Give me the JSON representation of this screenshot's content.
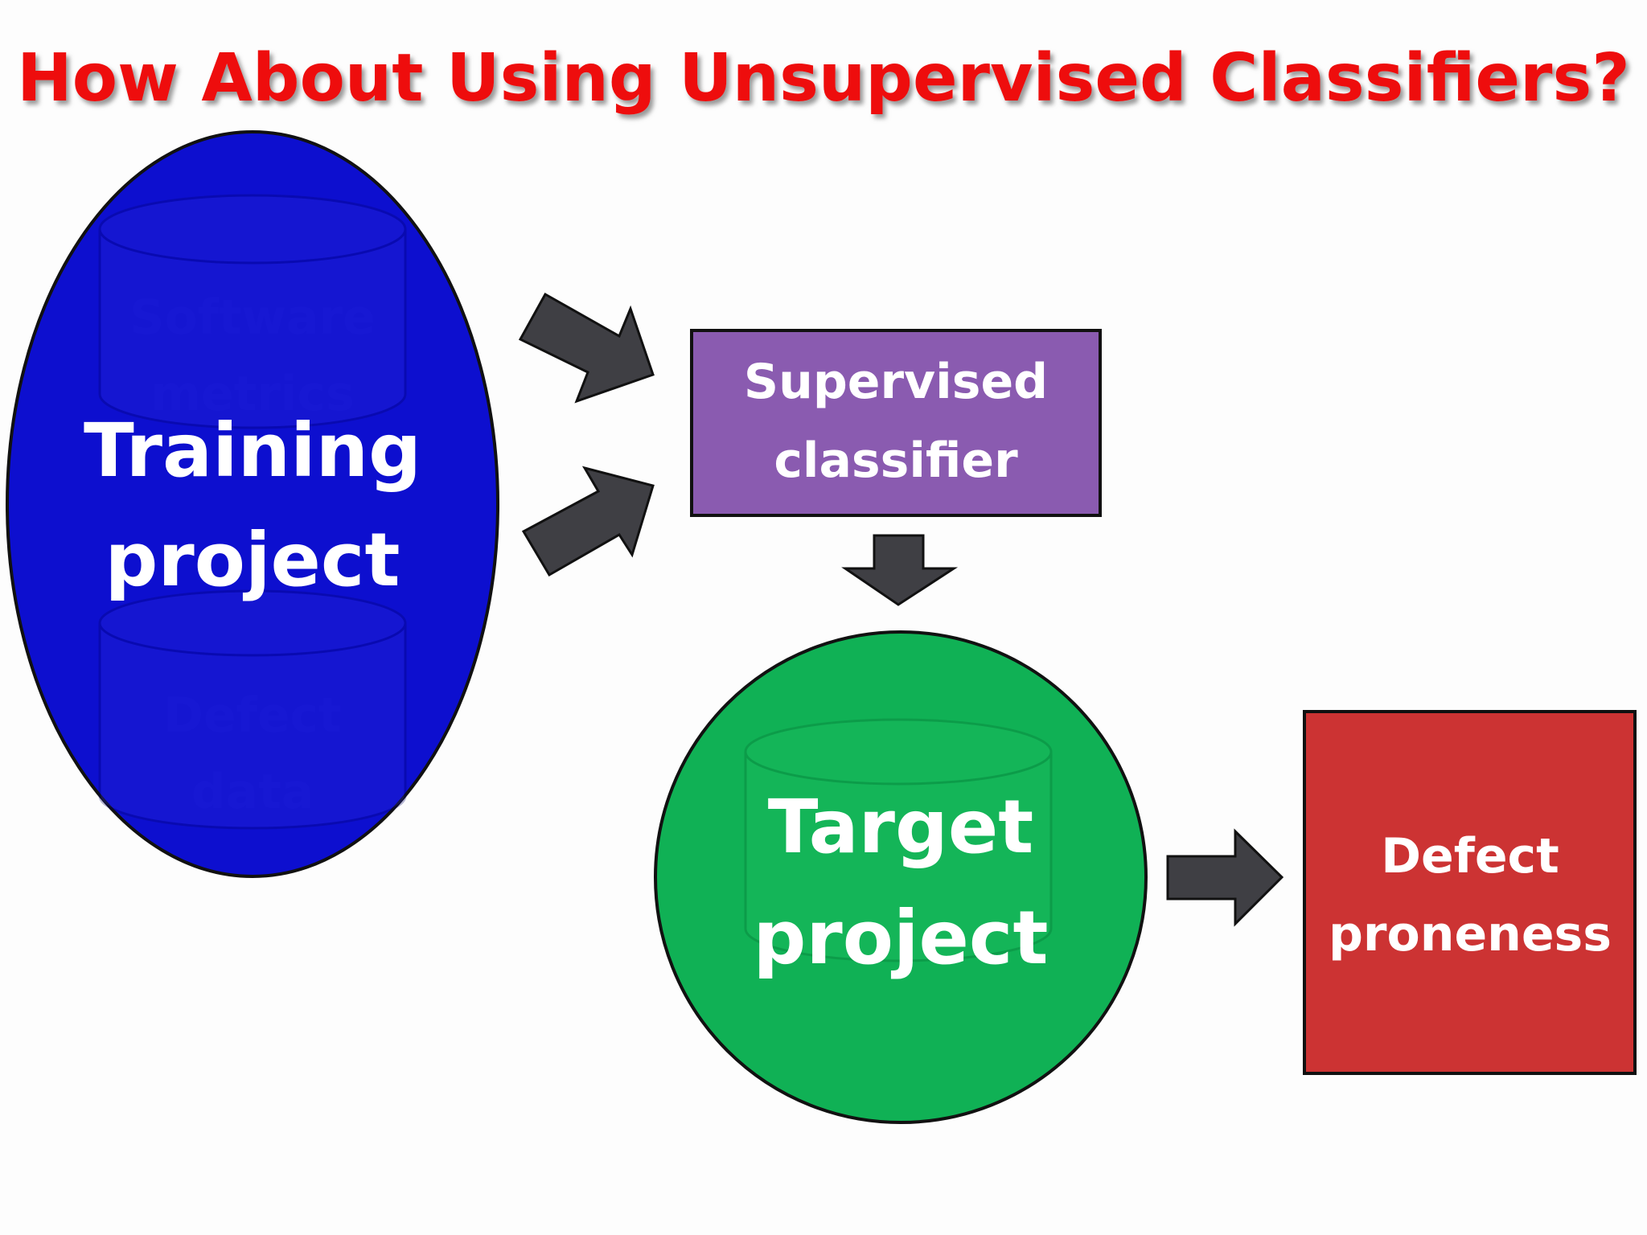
{
  "title": "How About Using Unsupervised Classifiers?",
  "training_project": {
    "line1": "Training",
    "line2": "project",
    "ghost_software": "Software",
    "ghost_metrics": "metrics",
    "ghost_defect": "Defect",
    "ghost_data": "data"
  },
  "supervised_classifier": {
    "line1": "Supervised",
    "line2": "classifier"
  },
  "target_project": {
    "line1": "Target",
    "line2": "project"
  },
  "defect_proneness": {
    "line1": "Defect",
    "line2": "proneness"
  },
  "colors": {
    "title": "#ee1111",
    "training": "#0d0fcf",
    "classifier": "#8a5bb0",
    "target": "#10b155",
    "defect": "#cc3333",
    "arrow": "#3f3f44"
  }
}
